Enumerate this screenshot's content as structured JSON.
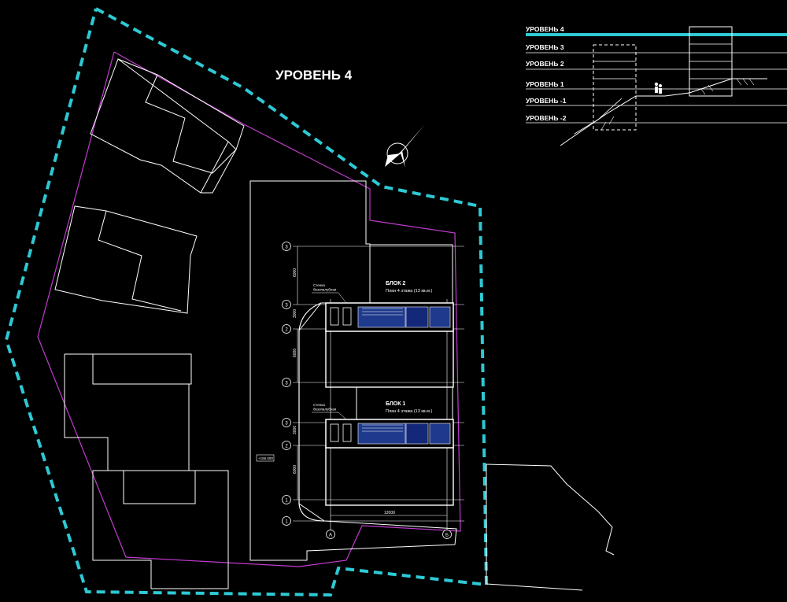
{
  "title": "УРОВЕНЬ 4",
  "colors": {
    "background": "#000000",
    "lines": "#ffffff",
    "site_boundary": "#2ec9d4",
    "site_inner_boundary": "#c23ccf",
    "plan_fill": "#1f3a8c",
    "plan_fill_dark": "#14287a"
  },
  "north_arrow": {
    "icon": "north-arrow-icon"
  },
  "section": {
    "levels": [
      "УРОВЕНЬ 4",
      "УРОВЕНЬ 3",
      "УРОВЕНЬ 2",
      "УРОВЕНЬ 1",
      "УРОВЕНЬ -1",
      "УРОВЕНЬ -2"
    ],
    "figure_icon": "people-icon"
  },
  "blocks": [
    {
      "title": "БЛОК 2",
      "subtitle": "План 4 этажа (13 кв.м.)",
      "wall_note": "Стенка\nбезопалубная"
    },
    {
      "title": "БЛОК 1",
      "subtitle": "План 4 этажа (13 кв.м.)",
      "wall_note": "Стенка\nбезопалубная"
    }
  ],
  "axes": {
    "rows_upper": [
      "3",
      "3",
      "2",
      "3"
    ],
    "rows_lower": [
      "3",
      "2",
      "1",
      "1"
    ],
    "cols": [
      "А",
      "Б"
    ]
  },
  "dimensions": {
    "vertical_upper": [
      "6000",
      "3000",
      "6000"
    ],
    "vertical_lower": [
      "3000",
      "6000"
    ],
    "horizontal": "12000"
  },
  "elevation_mark": "+156.000"
}
